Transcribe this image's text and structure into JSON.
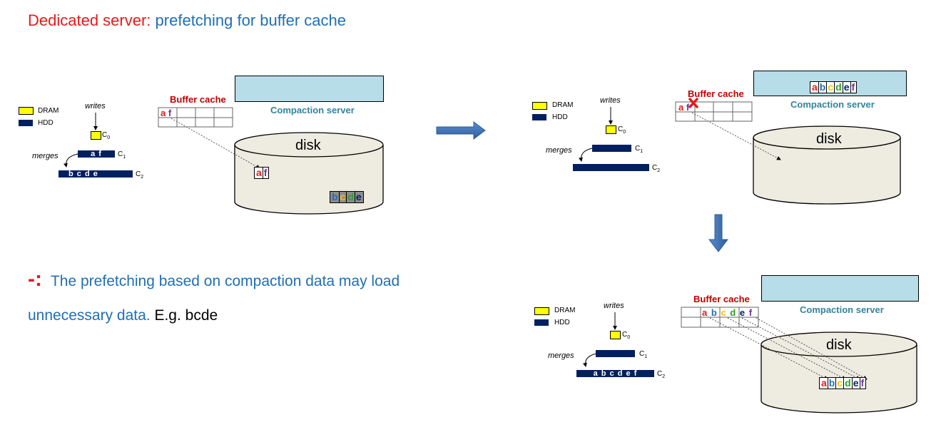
{
  "title": {
    "red": "Dedicated server:",
    "blue": "prefetching for buffer cache"
  },
  "con": {
    "mark": "-:",
    "text1": "The prefetching based on compaction data may load",
    "text2": "unnecessary data.",
    "text3": "E.g. bcde"
  },
  "legend": {
    "dram": "DRAM",
    "hdd": "HDD"
  },
  "labels": {
    "writes": "writes",
    "merges": "merges",
    "c0": "C",
    "c0_sub": "0",
    "c1": "C",
    "c1_sub": "1",
    "c2": "C",
    "c2_sub": "2",
    "buffer_cache": "Buffer cache",
    "compaction_server": "Compaction server",
    "disk": "disk"
  },
  "panel1": {
    "c1_text": "a f",
    "c2_text": "b c d e",
    "cache_letters": [
      "a",
      "f"
    ],
    "disk_block1": [
      "a",
      "f"
    ],
    "disk_block2": [
      "b",
      "c",
      "d",
      "e"
    ]
  },
  "panel2": {
    "cache_letters": [
      "a",
      "f"
    ],
    "server_block": [
      "a",
      "b",
      "c",
      "d",
      "e",
      "f"
    ]
  },
  "panel3": {
    "c2_text": "a b c d e f",
    "cache_letters": [
      "a",
      "b",
      "c",
      "d",
      "e",
      "f"
    ],
    "disk_block": [
      "a",
      "b",
      "c",
      "d",
      "e",
      "f"
    ]
  },
  "colors": {
    "a": "#e41a1c",
    "b": "#1f6fb5",
    "c": "#ffc000",
    "d": "#2ca02c",
    "e": "#002060",
    "f": "#7030a0",
    "dram": "#ffff00",
    "hdd": "#002060",
    "server": "#b7dde8",
    "disk": "#eeece1",
    "arrow": "#4f81bd"
  }
}
